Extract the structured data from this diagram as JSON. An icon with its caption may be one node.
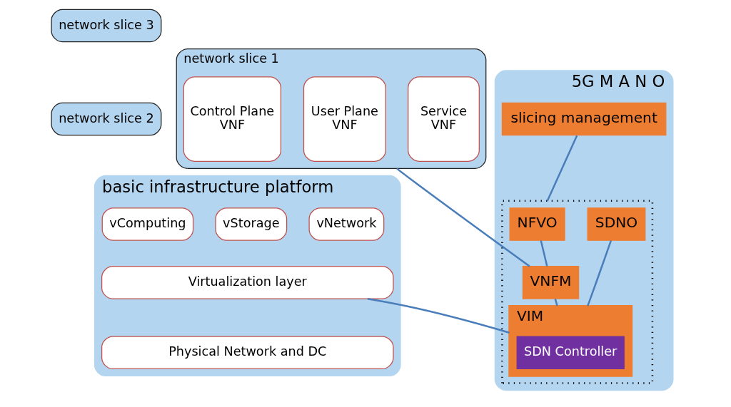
{
  "diagram": {
    "nodes": [
      {
        "text": [
          "network slice 3"
        ]
      },
      {
        "text": [
          "network slice 2"
        ]
      },
      {
        "text": [
          "network slice 1"
        ]
      },
      {
        "text": [
          "User Plane",
          "VNF"
        ],
        "in": 2
      },
      {
        "text": [
          "Control Plane",
          "VNF"
        ],
        "in": 2
      },
      {
        "text": [
          "Service",
          "VNF"
        ],
        "in": 2
      },
      {
        "text": [
          "basic infrastructure platform"
        ]
      },
      {
        "text": [
          "vComputing"
        ],
        "in": 6
      },
      {
        "text": [
          "vStorage"
        ],
        "in": 6
      },
      {
        "text": [
          "vNetwork"
        ],
        "in": 6
      },
      {
        "text": [
          "Virtualization layer"
        ],
        "in": 6
      },
      {
        "text": [
          "Physical Network and DC"
        ],
        "in": 6
      },
      {
        "text": [
          "5G M A N O"
        ]
      },
      {
        "text": [
          "slicing management"
        ],
        "in": 12
      },
      {
        "text": [],
        "shape": "box",
        "in": 12
      },
      {
        "text": [
          "NFVO"
        ],
        "in": 14
      },
      {
        "text": [
          "SDNO"
        ],
        "in": 14
      },
      {
        "text": [
          "VNFM"
        ],
        "in": 14
      },
      {
        "text": [
          "VIM"
        ],
        "in": 14
      },
      {
        "text": [
          "SDN Controller"
        ],
        "in": 18
      }
    ],
    "edges": [
      {
        "from": 13,
        "to": 14,
        "arrow": "none"
      },
      {
        "from": 15,
        "to": 17,
        "arrow": "none"
      },
      {
        "from": 17,
        "to": 18,
        "arrow": "none"
      },
      {
        "from": 16,
        "to": 18,
        "arrow": "none"
      },
      {
        "from": 2,
        "to": 17,
        "arrow": "none"
      },
      {
        "from": 10,
        "to": 18,
        "arrow": "none"
      }
    ]
  }
}
